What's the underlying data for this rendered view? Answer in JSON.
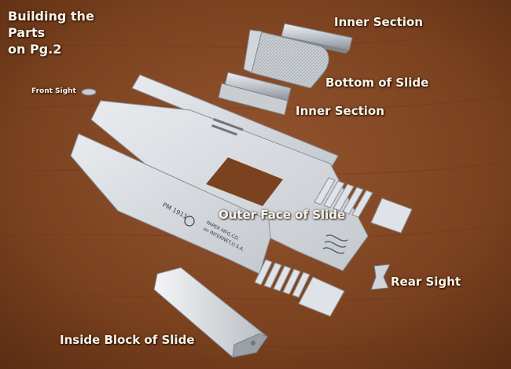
{
  "title": {
    "line1": "Building the Parts",
    "line2": "on Pg.2"
  },
  "labels": {
    "inner_section_top": "Inner Section",
    "bottom_of_slide": "Bottom of Slide",
    "inner_section_mid": "Inner Section",
    "front_sight": "Front Sight",
    "outer_face_of_slide": "Outer Face of Slide",
    "rear_sight": "Rear Sight",
    "inside_block_of_slide": "Inside Block of Slide"
  },
  "imprints": {
    "model": "PM 1911",
    "maker_line1": "PAPER MFG.CO.",
    "maker_line2": "on INTERNET.U.S.A."
  },
  "colors": {
    "wood": "#7a421e",
    "paper": "#d9dde2",
    "label_text": "#fbf4e6"
  }
}
